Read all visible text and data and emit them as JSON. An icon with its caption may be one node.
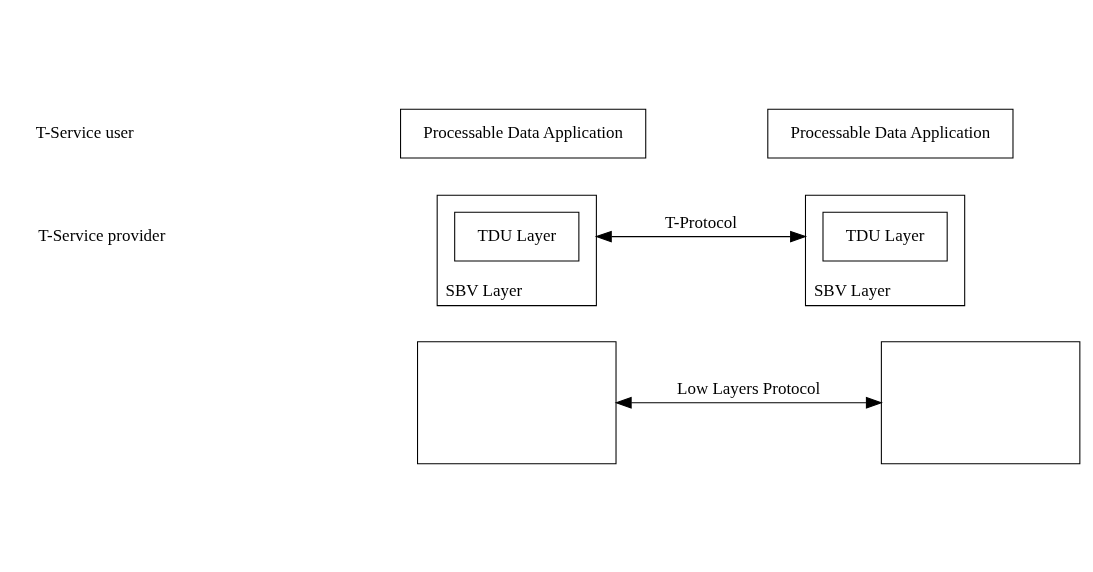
{
  "diagram": {
    "nodes": [
      {
        "text": [
          "Processable Data Application"
        ]
      },
      {
        "text": [
          "Processable Data Application"
        ]
      },
      {
        "text": [
          "SBV Layer"
        ]
      },
      {
        "text": [
          "TDU Layer"
        ],
        "in": 2
      },
      {
        "text": [
          "SBV Layer"
        ]
      },
      {
        "text": [
          "TDU Layer"
        ],
        "in": 4
      },
      {
        "text": [],
        "shape": "box"
      },
      {
        "text": [],
        "shape": "box"
      }
    ],
    "edges": [
      {
        "from": 2,
        "to": 4,
        "arrow": "both",
        "label": "T-Protocol"
      },
      {
        "from": 6,
        "to": 7,
        "arrow": "both",
        "label": "Low Layers Protocol"
      }
    ],
    "labels": [
      "T-Service user",
      "T-Service provider"
    ]
  }
}
